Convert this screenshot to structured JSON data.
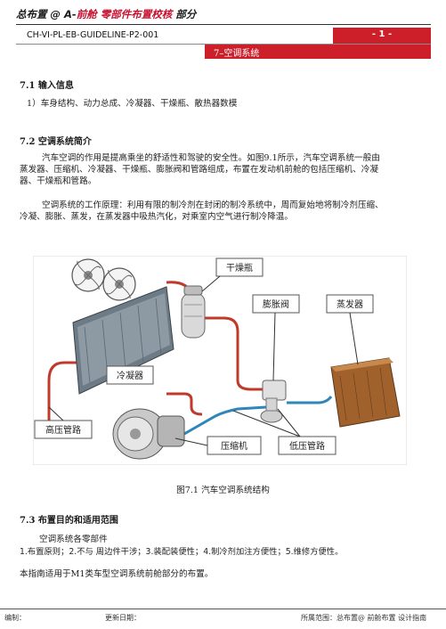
{
  "header": {
    "title_prefix": "总布置 @ A-",
    "title_red": "前舱 零部件布置校核",
    "title_suffix": " 部分",
    "doc_code": "CH-VI-PL-EB-GUIDELINE-P2-001",
    "page_number": "- 1 -",
    "chapter": "7–空调系统"
  },
  "section1": {
    "heading": "7.1 输入信息",
    "item": "1）车身结构、动力总成、冷凝器、干燥瓶、散热器数模"
  },
  "section2": {
    "heading": "7.2 空调系统简介",
    "para1_l1": "汽车空调的作用是提高乘坐的舒适性和驾驶的安全性。如图9.1所示，汽车空调系统一般由",
    "para1_l2": "蒸发器、压缩机、冷凝器、干燥瓶、膨胀阀和管路组成，布置在发动机前舱的包括压缩机、冷凝",
    "para1_l3": "器、干燥瓶和管路。",
    "para2_l1": "空调系统的工作原理：利用有限的制冷剂在封闭的制冷系统中，周而复始地将制冷剂压缩、",
    "para2_l2": "冷凝、膨胀、蒸发，在蒸发器中吸热汽化，对乘室内空气进行制冷降温。"
  },
  "figure": {
    "labels": {
      "dryer": "干燥瓶",
      "expansion_valve": "膨胀阀",
      "evaporator": "蒸发器",
      "condenser": "冷凝器",
      "high_pressure": "高压管路",
      "compressor": "压缩机",
      "low_pressure": "低压管路"
    },
    "caption": "图7.1 汽车空调系统结构",
    "colors": {
      "high_pipe": "#c0392b",
      "low_pipe": "#2f86b8",
      "label_border": "#555555"
    }
  },
  "section3": {
    "heading": "7.3 布置目的和适用范围",
    "sub": "空调系统各零部件",
    "list": "1.布置原则；2.不与 周边件干涉；3.装配装便性；4.制冷剂加注方便性；5.维修方便性。",
    "scope": "本指南适用于M1类车型空调系统前舱部分的布置。"
  },
  "footer": {
    "editor": "编制：",
    "update": "更新日期：",
    "scope": "所属范围：总布置@ 前舱布置 设计指南"
  }
}
